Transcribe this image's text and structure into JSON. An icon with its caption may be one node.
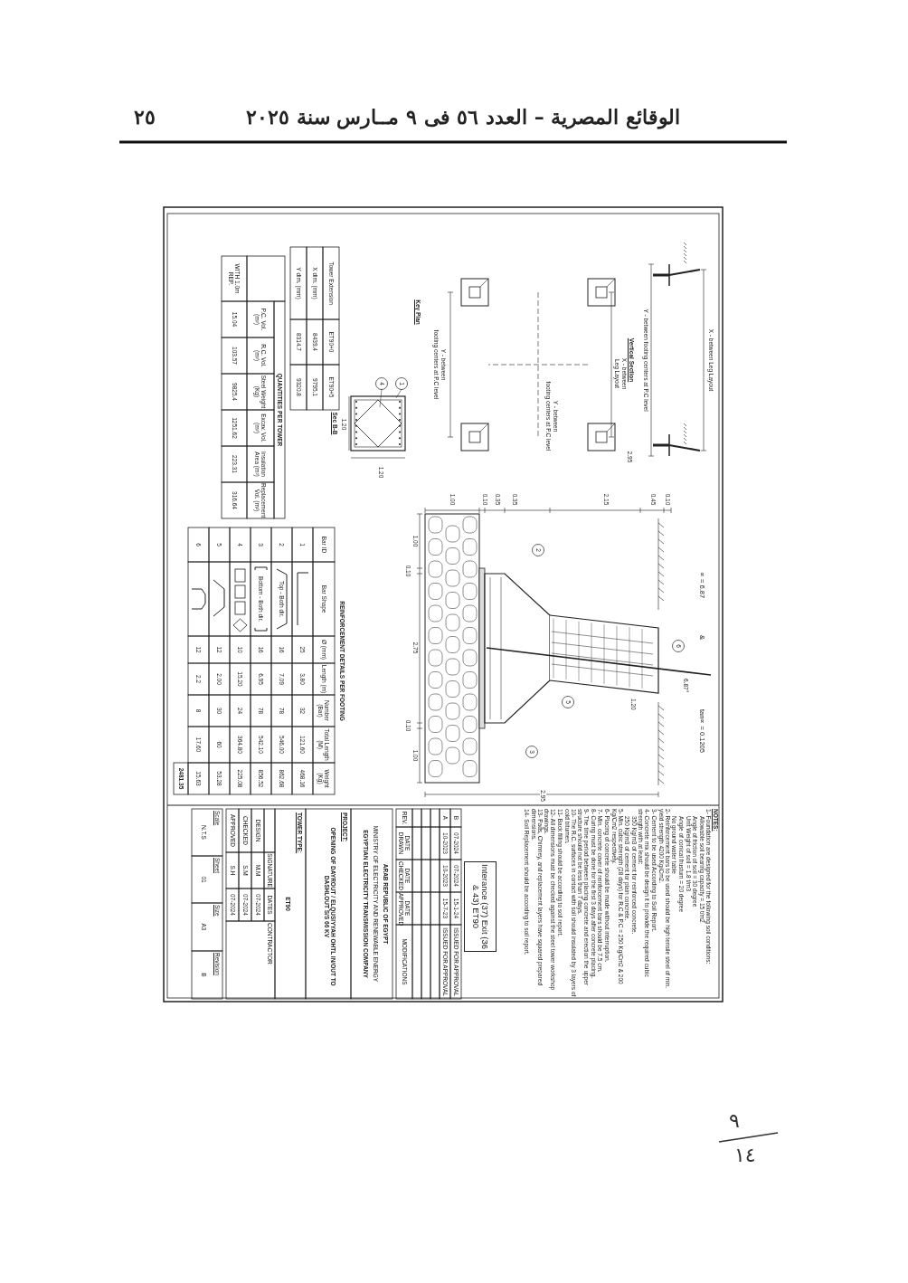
{
  "diagram": {
    "title": "الوقائع المصرية – العدد ٥٦ فى ٩ مــارس سنة ٢٠٢٥",
    "nodes": [
      {
        "text": [
          "Interance (37) Exit (36 & 43) ET90"
        ]
      }
    ],
    "labels": [
      "٢٥",
      "X - between Leg Layout",
      "Y - between footing centers at P.C level",
      "Vertical Section",
      "2.95",
      "X - between",
      "Leg Layout",
      "Y - between",
      "footing centers at P.C level",
      "Y - between",
      "footing centers at P.C level",
      "Key Plan",
      "∝ = 6.87",
      "&",
      "tan∝ = 0.1205",
      "6.87°",
      "1.20",
      "6",
      "2",
      "5",
      "3",
      "1.00",
      "0.10",
      "0.35",
      "0.35",
      "2.15",
      "0.45",
      "0.10",
      "1.00",
      "0.10",
      "2.75",
      "0.10",
      "1.00",
      "2.95",
      "1",
      "4",
      "1.20",
      "1.20",
      "Sec B-B",
      "Tower Extension",
      "ET90+0",
      "ET90+5",
      "X dim. (mm)",
      "8439.4",
      "9795.1",
      "Y dim. (mm)",
      "8314.7",
      "9320.8",
      "QUANTITIES PER TOWER",
      "P.C. Vol. (m³)",
      "R.C. Vol. (m³)",
      "Steel Weight (Kg)",
      "Excav. Vol. (m³)",
      "Insulation Area (m²)",
      "Replacement Vol. (m³)",
      "WITH 1.0m REP.",
      "15.04",
      "103.57",
      "9825.4",
      "1251.62",
      "223.31",
      "316.64",
      "REINFORCEMENT DETAILS PER FOOTING",
      "Bar ID",
      "Bar Shape",
      "Ø (mm)",
      "Length (m)",
      "Number (Bar)",
      "Total Length (M)",
      "Weight (Kg)",
      "1",
      "25",
      "3.80",
      "32",
      "121.60",
      "468.16",
      "2",
      "Top - Both dir.",
      "16",
      "7.09",
      "78",
      "546.00",
      "862.68",
      "3",
      "Bottom - Both dir.",
      "16",
      "6.95",
      "78",
      "542.10",
      "856.52",
      "4",
      "10",
      "15.20",
      "24",
      "364.80",
      "225.08",
      "5",
      "12",
      "2.00",
      "30",
      "60",
      "53.28",
      "6",
      "12",
      "2.2",
      "8",
      "17.60",
      "15.63",
      "2481.35",
      "NOTES:",
      "1- Foundation are designed for the following soil conditions:",
      "Allowable soil bearing capacity = 15 t/m2",
      "Angle of friction of soil = 30 degree",
      "Unit Weight of soil = 1.8 t/m3",
      "Angle of conical frustum = 20 degree",
      "No ground water table",
      "2- Reinforcement bars to be used should be high tensile steel of min. yield strength 4200 Kg/Cm2.",
      "3- Cement to be used According to Soil Report.",
      "4- Concrete mix should be design it to provide the required cubic strength with at least:",
      "350 Kg/m3 of cement for reinforced concrete.",
      "250 Kg/m3 of cement for plain concrete.",
      "5- Min. cubic strength (28 days) for R.C & P.C = 250 Kg/Cm2 & 200 Kg/Cm2 respectively.",
      "6- Placing of concrete should be made without interruption.",
      "7- Min. concrete cover of reinforcement bars should be 7.5 cm.",
      "8- Curing must be done for the first 3 days after concrete placing.",
      "9- The time period between placing concrete and erection the upper structure should not be less than 7 days.",
      "10- The R.C. surfaces in contact with soil should insulated by 3 layers of cold bitumen.",
      "11- Back filling should be according to soil report.",
      "12- All dimensions must be checked against the steel tower workshop drawings.",
      "13- Pads, Chimney, and replacement layers have squared prepared dimensions.",
      "14- Soil Replacement should be according to soil report.",
      "B",
      "07-2024",
      "07-2024",
      "15-1-24",
      "ISSUED FOR APPROVAL",
      "A",
      "10-2023",
      "10-2023",
      "15-7-23",
      "ISSUED FOR APPROVAL",
      "REV.",
      "DATE DRAWN",
      "DATE CHECKED",
      "DATE APPROVED",
      "MODIFICATIONS",
      "ARAB REPUBLIC OF EGYPT",
      "MINISTRY OF ELECTRICITY AND RENEWABLE ENERGY",
      "EGYPTIAN ELECTRICITY TRANSMISSION COMPANY",
      "PROJECT:",
      "OPENING OF DAYROUT / ELQUSIYYAH OHTL IN/OUT TO DASHLOUT S/S 66 KV",
      "TOWER TYPE:",
      "ET90",
      "SIGNATURE",
      "DATES",
      "CONTRACTOR",
      "DESIGN",
      "M.M",
      "07-2024",
      "CHECKED",
      "S.M",
      "07-2024",
      "APPROVED",
      "S.H",
      "07-2024",
      "Scale",
      "N.T.S",
      "Sheet",
      "01",
      "Size",
      "A3",
      "Revision",
      "B",
      "٩",
      "١٤"
    ]
  }
}
